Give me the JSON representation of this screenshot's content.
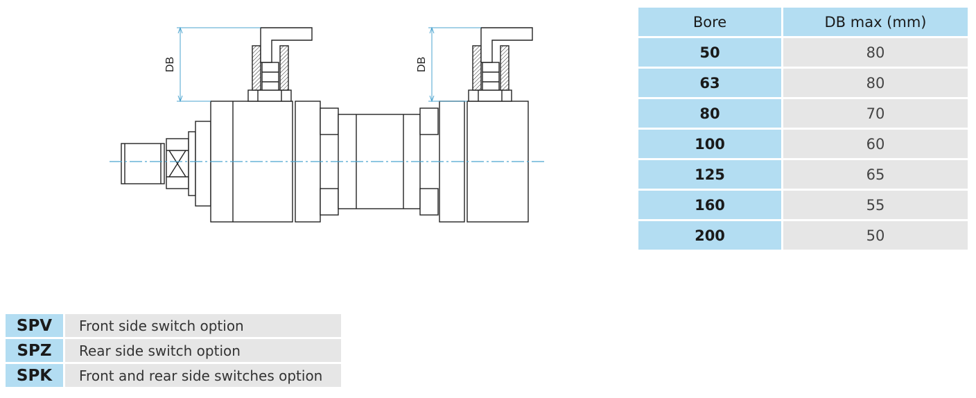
{
  "drawing": {
    "dimension_label": "DB"
  },
  "spec_table": {
    "headers": [
      "Bore",
      "DB max (mm)"
    ],
    "rows": [
      {
        "bore": "50",
        "db_max": "80"
      },
      {
        "bore": "63",
        "db_max": "80"
      },
      {
        "bore": "80",
        "db_max": "70"
      },
      {
        "bore": "100",
        "db_max": "60"
      },
      {
        "bore": "125",
        "db_max": "65"
      },
      {
        "bore": "160",
        "db_max": "55"
      },
      {
        "bore": "200",
        "db_max": "50"
      }
    ]
  },
  "options": [
    {
      "code": "SPV",
      "description": "Front side switch option"
    },
    {
      "code": "SPZ",
      "description": "Rear side switch option"
    },
    {
      "code": "SPK",
      "description": "Front and rear side switches option"
    }
  ],
  "colors": {
    "header_blue": "#b3ddf2",
    "cell_gray": "#e6e6e6",
    "centerline": "#4aa3cf",
    "dimension": "#4aa3cf"
  }
}
